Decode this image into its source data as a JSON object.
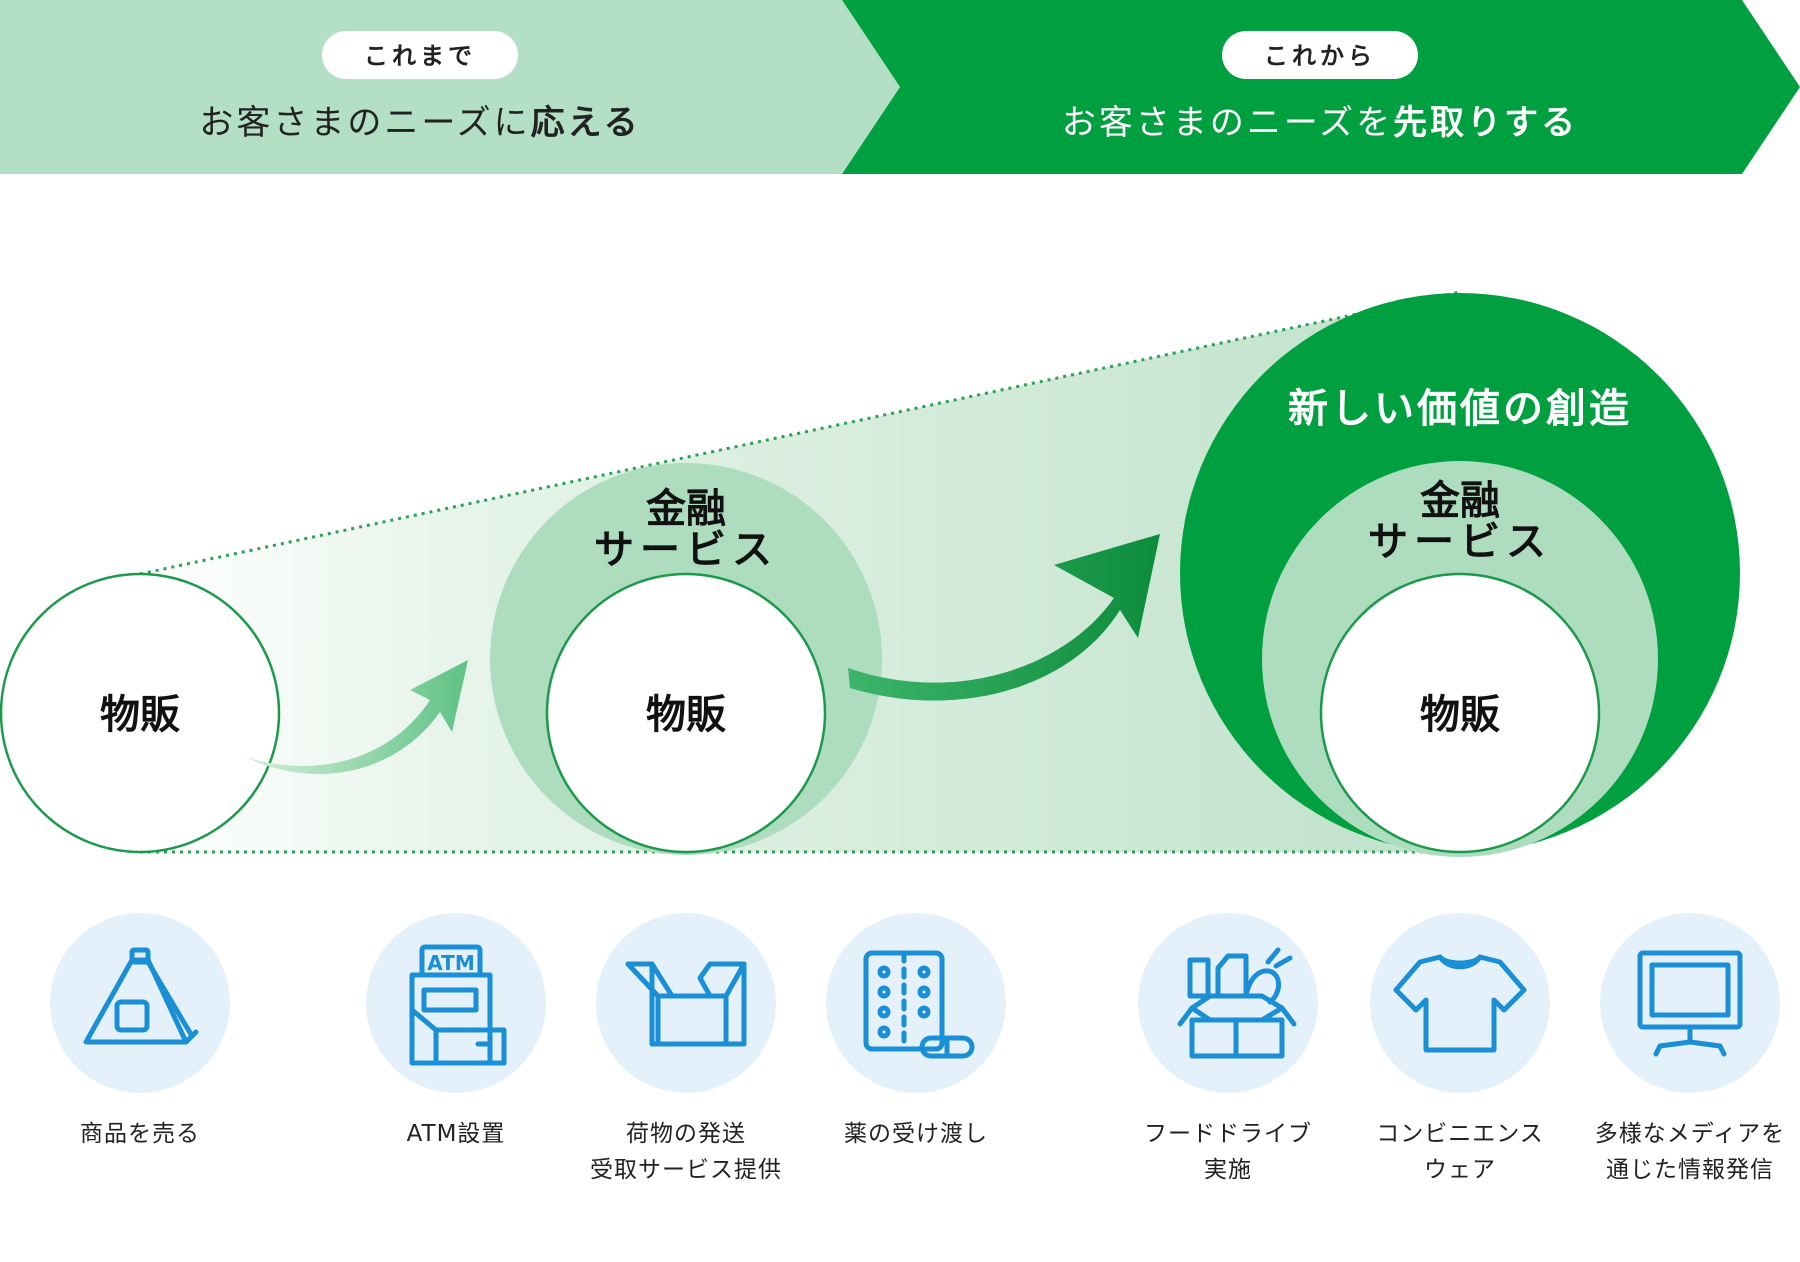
{
  "banner": {
    "left": {
      "pill": "これまで",
      "text_regular": "お客さまのニーズに",
      "text_bold": "応える"
    },
    "right": {
      "pill": "これから",
      "text_regular": "お客さまのニーズを",
      "text_bold": "先取りする"
    }
  },
  "stages": [
    {
      "core": "物販"
    },
    {
      "core": "物販",
      "ring_line1": "金融",
      "ring_line2": "サービス"
    },
    {
      "core": "物販",
      "ring_line1": "金融",
      "ring_line2": "サービス",
      "outer": "新しい価値の創造"
    }
  ],
  "icons": [
    {
      "icon": "onigiri-icon",
      "lines": [
        "商品を売る"
      ]
    },
    {
      "icon": "atm-icon",
      "lines": [
        "ATM設置"
      ]
    },
    {
      "icon": "box-icon",
      "lines": [
        "荷物の発送",
        "受取サービス提供"
      ]
    },
    {
      "icon": "medicine-icon",
      "lines": [
        "薬の受け渡し"
      ]
    },
    {
      "icon": "grocery-box-icon",
      "lines": [
        "フードドライブ",
        "実施"
      ]
    },
    {
      "icon": "tshirt-icon",
      "lines": [
        "コンビニエンス",
        "ウェア"
      ]
    },
    {
      "icon": "monitor-icon",
      "lines": [
        "多様なメディアを",
        "通じた情報発信"
      ]
    }
  ],
  "colors": {
    "light_green": "#b3dfc4",
    "dark_green": "#00a040",
    "mid_green": "#aedcbf",
    "icon_blue": "#1a8fd6",
    "icon_bg": "#e4f1fa"
  }
}
